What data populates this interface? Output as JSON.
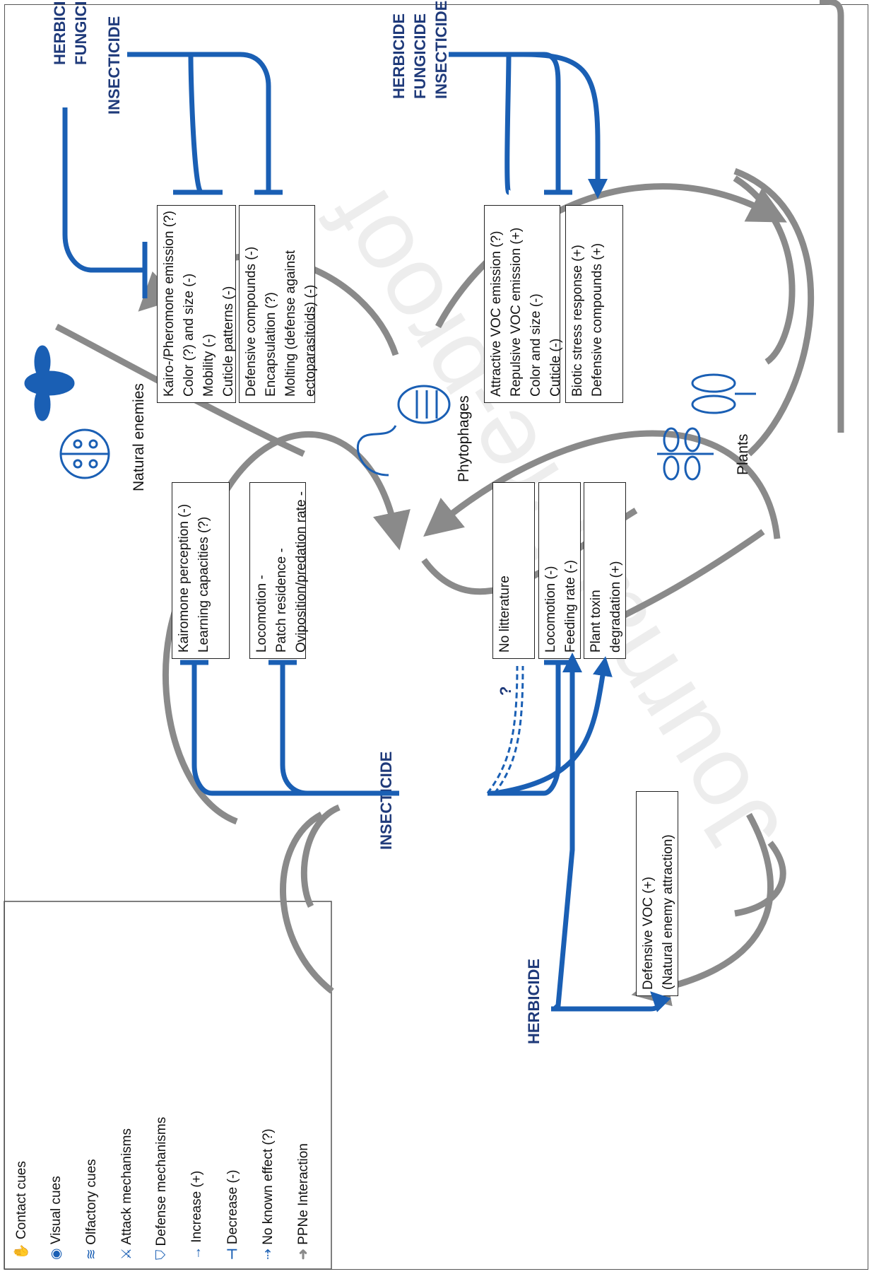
{
  "watermark": "Journal Pre-proof",
  "nodes": {
    "natural_enemies": "Natural enemies",
    "phytophages": "Phytophages",
    "plants": "Plants"
  },
  "pesticides": {
    "top_left": [
      "HERBICIDE",
      "FUNGICIDE"
    ],
    "top_left_insecticide": "INSECTICIDE",
    "top_right": [
      "HERBICIDE",
      "FUNGICIDE",
      "INSECTICIDE"
    ],
    "middle": "INSECTICIDE",
    "bottom": "HERBICIDE"
  },
  "boxes": {
    "ne_cues": [
      "Kairo-/Pheromone emission (?)",
      "Color (?) and size (-)",
      "Mobility (-)",
      "Cuticle patterns (-)"
    ],
    "ne_defense": [
      "Defensive compounds (-)",
      "Encapsulation (?)",
      "Molting (defense against",
      "ectoparasitoids) (-)"
    ],
    "plant_cues": [
      "Attractive VOC emission (?)",
      "Repulsive VOC emission (+)",
      "Color and size (-)",
      "Cuticle (-)"
    ],
    "plant_defense": [
      "Biotic stress response (+)",
      "Defensive compounds (+)"
    ],
    "ne_perception": [
      "Kairomone perception (-)",
      "Learning capacities (?)"
    ],
    "ne_attack": [
      "Locomotion -",
      "Patch residence -",
      "Oviposition/predation rate -"
    ],
    "phyto_perception": [
      "No litterature"
    ],
    "phyto_attack": [
      "Locomotion (-)",
      "Feeding rate (-)"
    ],
    "phyto_toxin": [
      "Plant toxin",
      "degradation (+)"
    ],
    "defensive_voc": [
      "Defensive VOC (+)",
      "(Natural enemy attraction)"
    ]
  },
  "question_mark": "?",
  "legend": {
    "items": [
      {
        "icon": "hand-icon",
        "label": "Contact cues"
      },
      {
        "icon": "eye-icon",
        "label": "Visual cues"
      },
      {
        "icon": "waves-icon",
        "label": "Olfactory cues"
      },
      {
        "icon": "swords-icon",
        "label": "Attack mechanisms"
      },
      {
        "icon": "shield-icon",
        "label": "Defense mechanisms"
      },
      {
        "icon": "arrow-up-icon",
        "label": "Increase (+)"
      },
      {
        "icon": "t-bar-icon",
        "label": "Decrease (-)"
      },
      {
        "icon": "dashed-arrow-icon",
        "label": "No known effect (?)"
      },
      {
        "icon": "gray-arrow-icon",
        "label": "PPNe Interaction"
      }
    ]
  },
  "colors": {
    "blue": "#1a5fb4",
    "dark_blue": "#1f3a7a",
    "gray": "#8a8a8a"
  }
}
